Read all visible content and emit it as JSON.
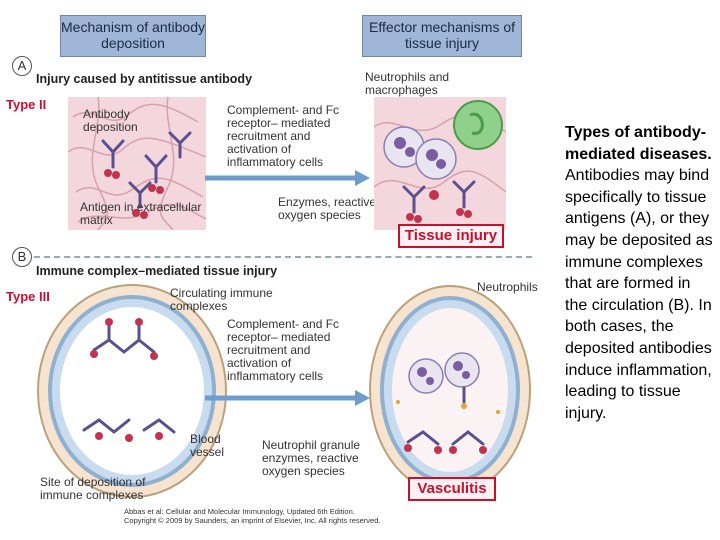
{
  "headers": {
    "mechanism": "Mechanism of antibody deposition",
    "effector": "Effector mechanisms of tissue injury"
  },
  "section_a": {
    "letter": "A",
    "title": "Injury caused by antitissue antibody",
    "type_label": "Type II",
    "antibody_deposition": "Antibody deposition",
    "antigen": "Antigen in extracellular matrix",
    "recruitment": "Complement- and Fc receptor– mediated recruitment and activation of inflammatory cells",
    "neutrophils_macrophages": "Neutrophils and macrophages",
    "enzymes": "Enzymes, reactive oxygen species",
    "result": "Tissue injury"
  },
  "section_b": {
    "letter": "B",
    "title": "Immune complex–mediated tissue injury",
    "type_label": "Type III",
    "circulating": "Circulating immune complexes",
    "recruitment": "Complement- and Fc receptor– mediated recruitment and activation of inflammatory cells",
    "neutrophils": "Neutrophils",
    "blood_vessel": "Blood vessel",
    "granule": "Neutrophil granule enzymes, reactive oxygen species",
    "site": "Site of deposition of immune complexes",
    "result": "Vasculitis"
  },
  "copyright": {
    "line1": "Abbas et al: Cellular and Molecular Immunology, Updated 6th Edition.",
    "line2": "Copyright © 2009 by Saunders, an imprint of Elsevier, Inc. All rights reserved."
  },
  "caption": {
    "bold": "Types of antibody-mediated diseases.",
    "text": " Antibodies may bind specifically to tissue antigens (A), or they may be deposited as immune complexes that are formed in the circulation (B). In both cases, the deposited antibodies induce inflammation, leading to tissue injury."
  },
  "colors": {
    "header_fill": "#9fb6d6",
    "tissue_pink": "#f3d7dc",
    "alert_red": "#c8102e",
    "antibody_purple": "#5a4f8f",
    "complement_red": "#c0344d"
  }
}
